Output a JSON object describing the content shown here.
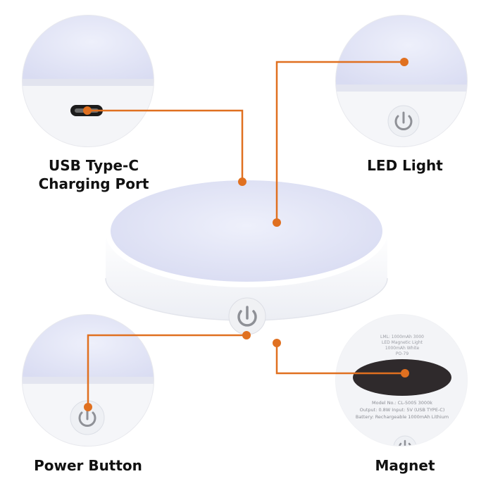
{
  "labels": {
    "usb_line1": "USB Type-C",
    "usb_line2": "Charging Port",
    "led": "LED Light",
    "power": "Power Button",
    "magnet": "Magnet"
  },
  "product_label_text": {
    "top_line1": "LML: 1000mAh 3000",
    "top_line2": "LED Magnetic Light",
    "top_line3": "1000mAh White",
    "top_line4": "PO-79",
    "model": "Model No.: CL-5005 3000k",
    "output": "Output: 0.8W  Input: 5V (USB TYPE-C)",
    "battery": "Battery: Rechargeable 1000mAh Lithium"
  },
  "colors": {
    "accent": "#e07020",
    "diffuser": "#e6e8f8",
    "body": "#ffffff",
    "magnet": "#2f2a2c"
  },
  "icons": [
    "power-icon",
    "usb-c-port-icon"
  ]
}
